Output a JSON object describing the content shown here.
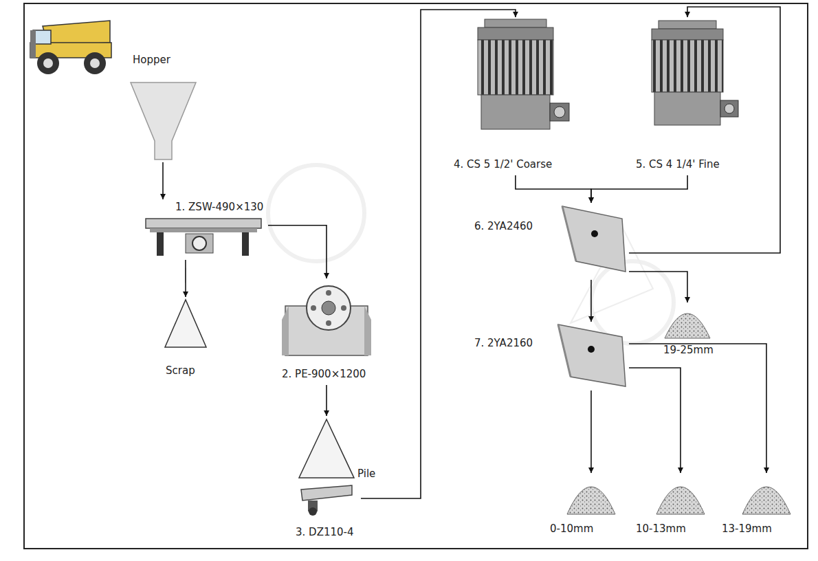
{
  "diagram": {
    "nodes": [
      {
        "text": [
          "Hopper"
        ]
      },
      {
        "text": [
          "1. ZSW-490×130"
        ]
      },
      {
        "text": [
          "Scrap"
        ]
      },
      {
        "text": [
          "2. PE-900×1200"
        ]
      },
      {
        "text": [
          "Pile"
        ]
      },
      {
        "text": [
          "3. DZ110-4"
        ]
      },
      {
        "text": [
          "4. CS 5 1/2' Coarse"
        ]
      },
      {
        "text": [
          "5. CS 4 1/4' Fine"
        ]
      },
      {
        "text": [
          "6. 2YA2460"
        ]
      },
      {
        "text": [
          "19-25mm"
        ]
      },
      {
        "text": [
          "7. 2YA2160"
        ]
      },
      {
        "text": [
          "0-10mm"
        ]
      },
      {
        "text": [
          "10-13mm"
        ]
      },
      {
        "text": [
          "13-19mm"
        ]
      }
    ],
    "edges": [
      {
        "from": 0,
        "to": 1,
        "arrow": "to"
      },
      {
        "from": 1,
        "to": 2,
        "arrow": "to"
      },
      {
        "from": 1,
        "to": 3,
        "arrow": "to"
      },
      {
        "from": 3,
        "to": 4,
        "arrow": "to"
      },
      {
        "from": 5,
        "to": 6,
        "arrow": "to"
      },
      {
        "from": 6,
        "to": 8,
        "arrow": "to"
      },
      {
        "from": 7,
        "to": 8,
        "arrow": "to"
      },
      {
        "from": 8,
        "to": 7,
        "arrow": "to"
      },
      {
        "from": 8,
        "to": 9,
        "arrow": "to"
      },
      {
        "from": 8,
        "to": 10,
        "arrow": "to"
      },
      {
        "from": 10,
        "to": 11,
        "arrow": "to"
      },
      {
        "from": 10,
        "to": 12,
        "arrow": "to"
      },
      {
        "from": 10,
        "to": 13,
        "arrow": "to"
      }
    ]
  }
}
